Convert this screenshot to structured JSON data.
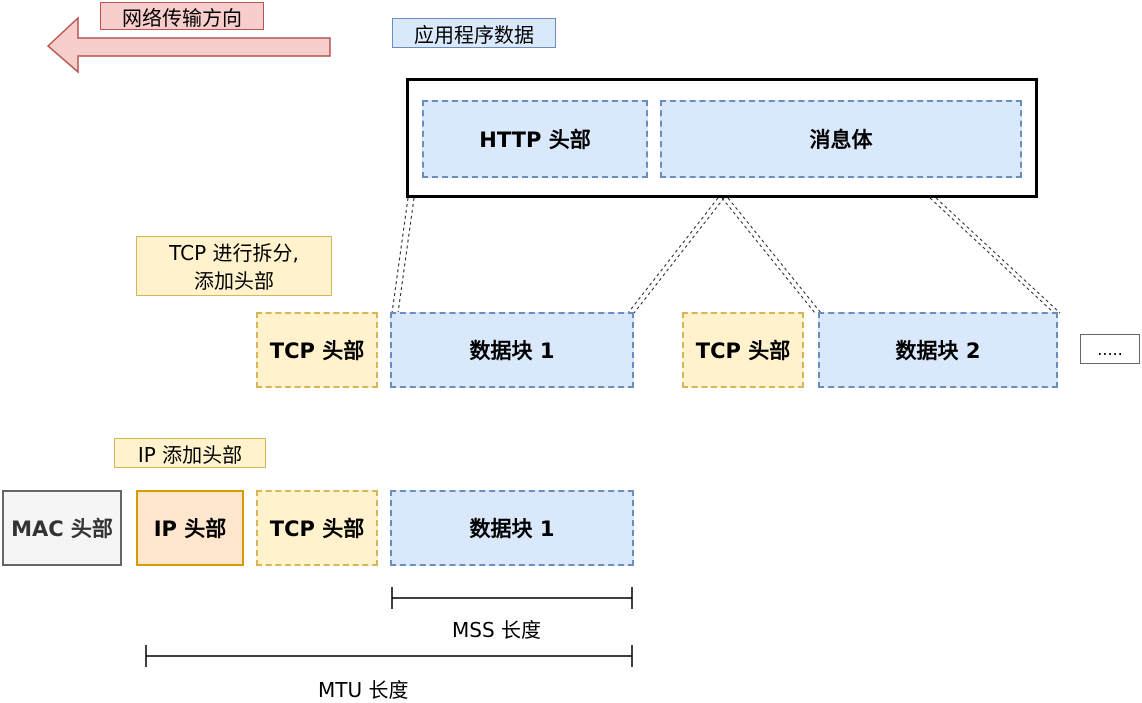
{
  "direction_label": "网络传输方向",
  "app_data_label": "应用程序数据",
  "app": {
    "http_header": "HTTP 头部",
    "body": "消息体"
  },
  "tcp_note": {
    "line1": "TCP 进行拆分,",
    "line2": "添加头部"
  },
  "tcp_row": {
    "tcp_header_1": "TCP 头部",
    "chunk_1": "数据块 1",
    "tcp_header_2": "TCP 头部",
    "chunk_2": "数据块 2",
    "more": "....."
  },
  "ip_note": "IP 添加头部",
  "ip_row": {
    "mac_header": "MAC 头部",
    "ip_header": "IP 头部",
    "tcp_header": "TCP 头部",
    "chunk": "数据块 1"
  },
  "mss_label": "MSS 长度",
  "mtu_label": "MTU 长度",
  "colors": {
    "blue_fill": "#dae8fc",
    "blue_stroke": "#6c8ebf",
    "yellow_fill": "#fff2cc",
    "yellow_stroke": "#d6b656",
    "orange_fill": "#ffe6cc",
    "orange_stroke": "#d79b00",
    "red_fill": "#f8cecc",
    "red_stroke": "#b85450",
    "gray_fill": "#f5f5f5",
    "gray_stroke": "#666666"
  }
}
